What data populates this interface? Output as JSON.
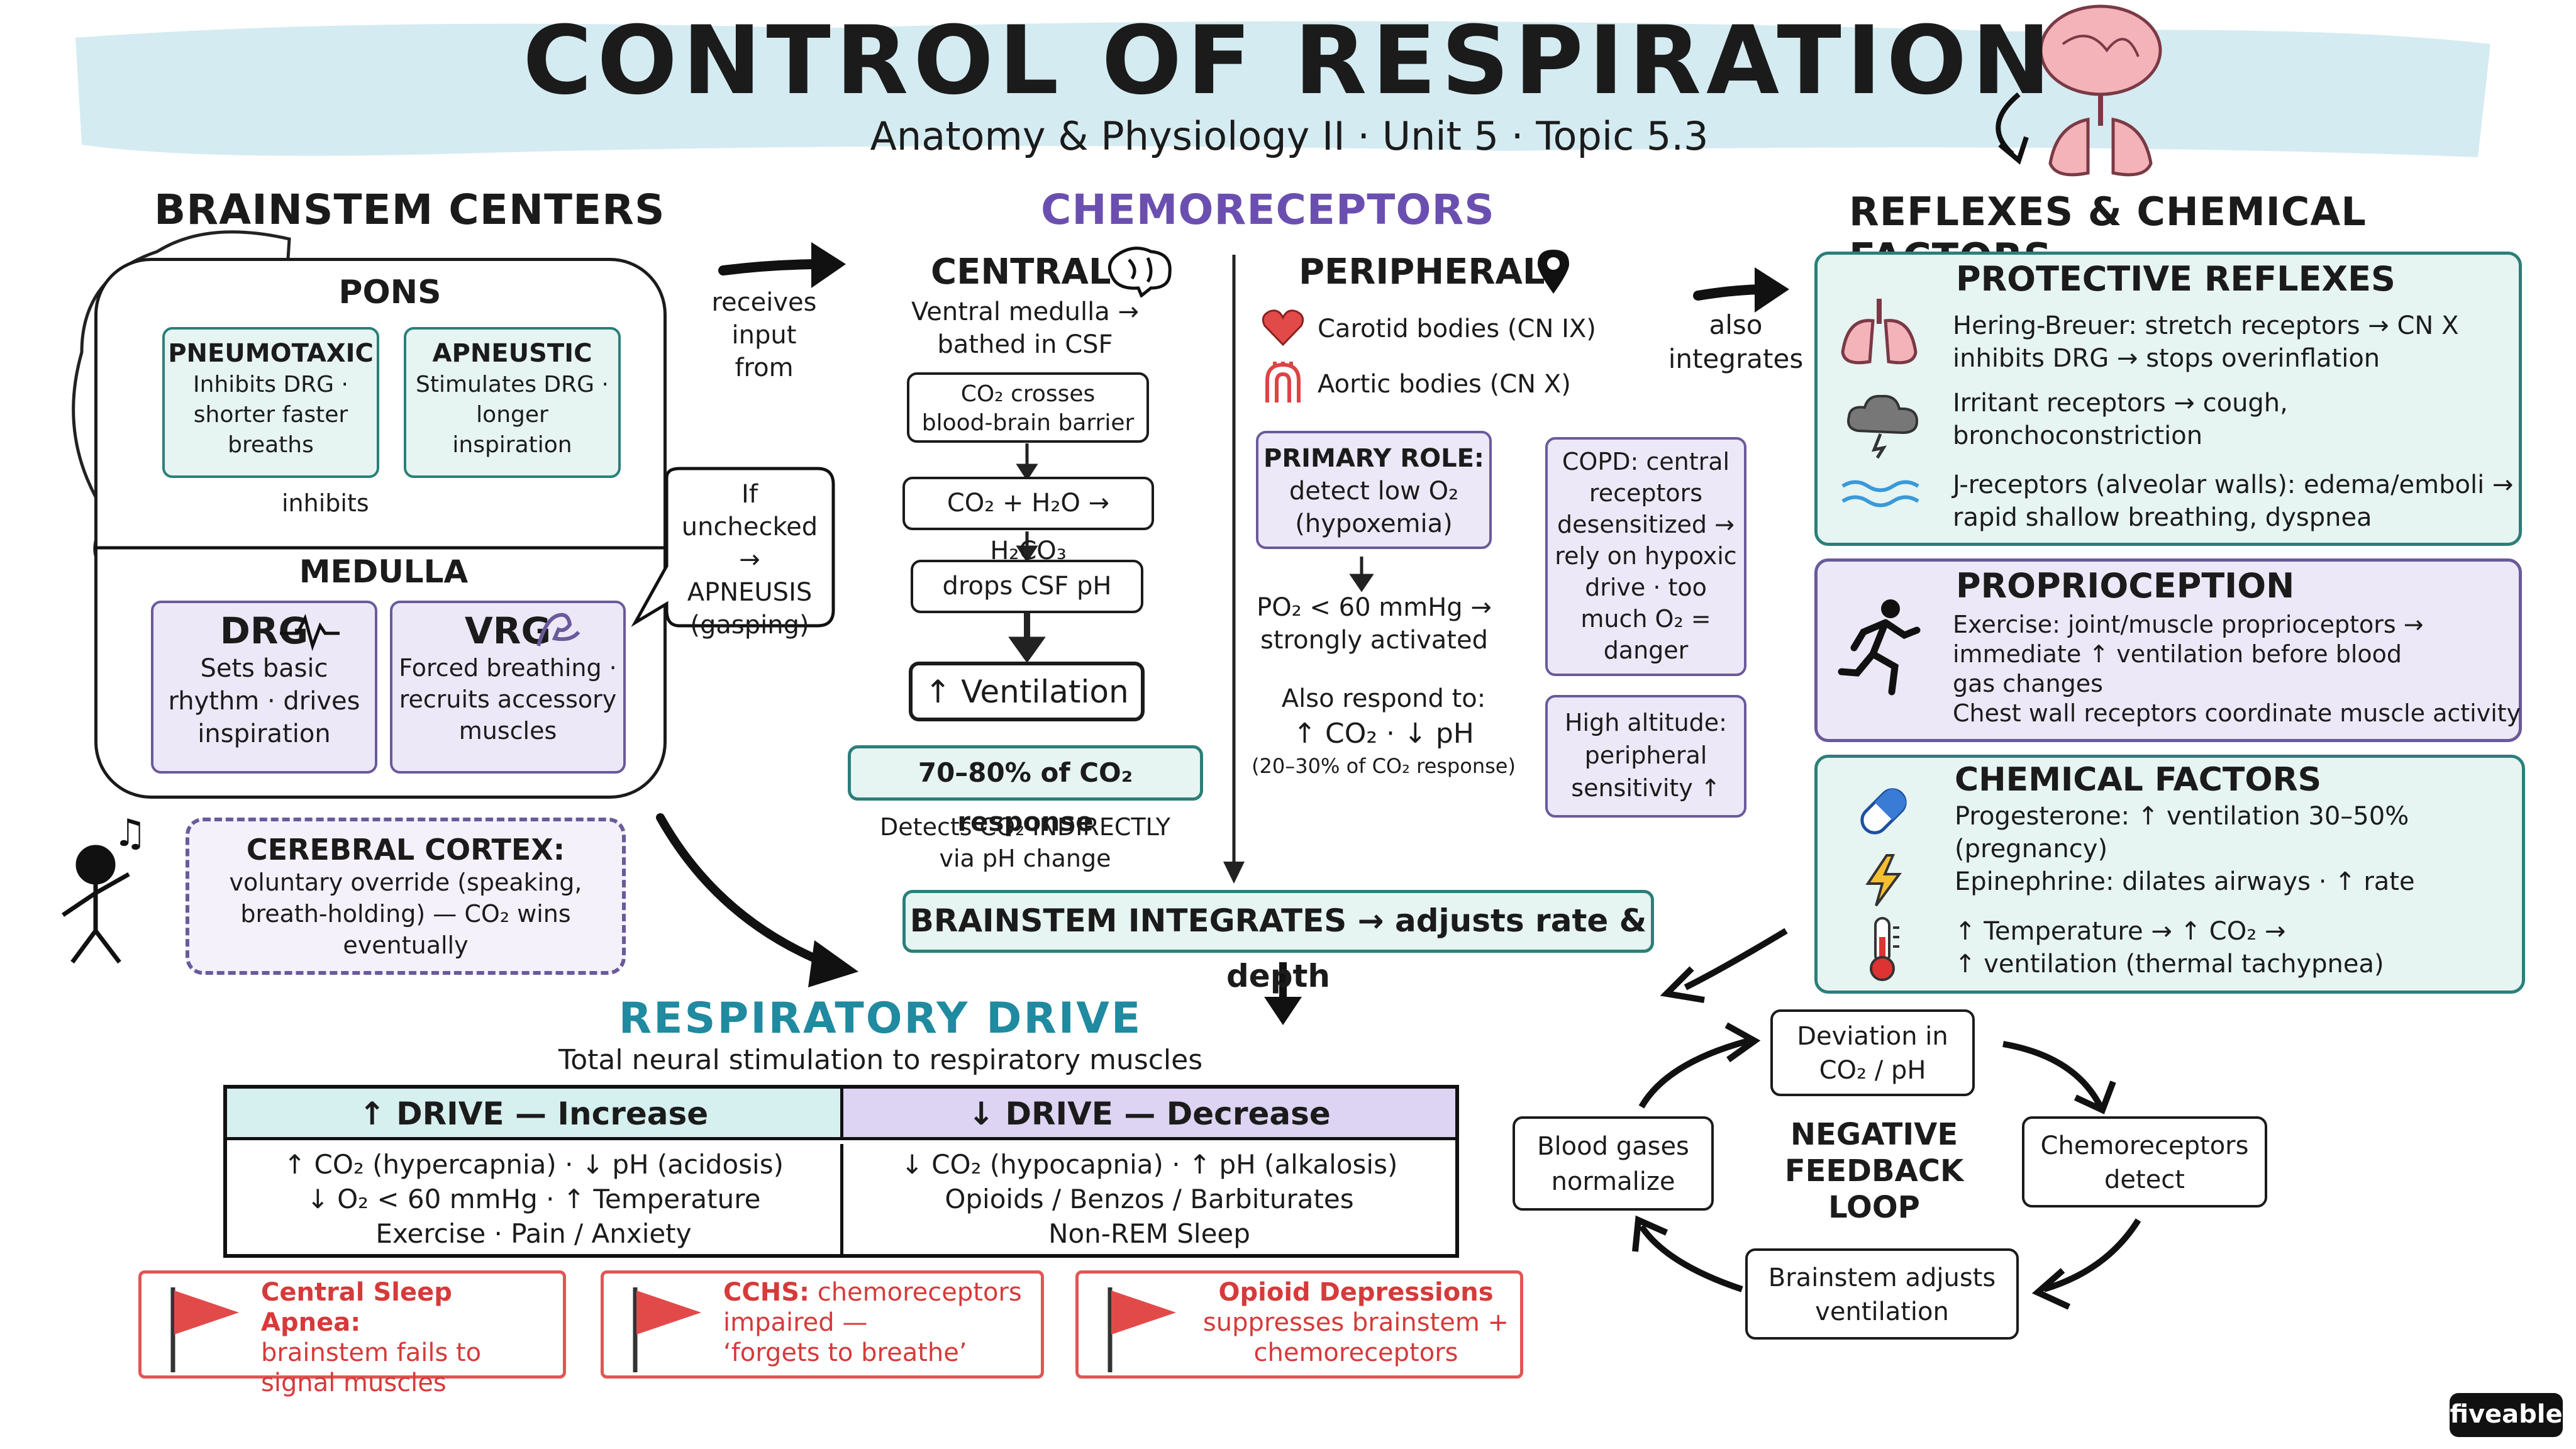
{
  "header": {
    "title": "CONTROL OF RESPIRATION",
    "subtitle": "Anatomy & Physiology II · Unit 5 · Topic 5.3"
  },
  "brainstem": {
    "title": "BRAINSTEM CENTERS",
    "pons": {
      "label": "PONS",
      "pneumotaxic": {
        "title": "PNEUMOTAXIC",
        "l1": "Inhibits DRG ·",
        "l2": "shorter faster",
        "l3": "breaths"
      },
      "apneustic": {
        "title": "APNEUSTIC",
        "l1": "Stimulates DRG ·",
        "l2": "longer",
        "l3": "inspiration"
      },
      "inhibits": "inhibits"
    },
    "medulla": {
      "label": "MEDULLA",
      "drg": {
        "title": "DRG",
        "l1": "Sets basic",
        "l2": "rhythm · drives",
        "l3": "inspiration"
      },
      "vrg": {
        "title": "VRG",
        "l1": "Forced breathing ·",
        "l2": "recruits accessory",
        "l3": "muscles"
      }
    },
    "bubble": {
      "l1": "If",
      "l2": "unchecked →",
      "l3": "APNEUSIS",
      "l4": "(gasping)"
    },
    "cortex": {
      "title": "CEREBRAL CORTEX:",
      "l1": "voluntary override (speaking,",
      "l2": "breath-holding) — CO₂ wins",
      "l3": "eventually"
    },
    "receives": {
      "l1": "receives",
      "l2": "input",
      "l3": "from"
    }
  },
  "chemo": {
    "title": "CHEMORECEPTORS",
    "central": {
      "title": "CENTRAL",
      "l1": "Ventral medulla →",
      "l2": "bathed in CSF",
      "step1a": "CO₂ crosses",
      "step1b": "blood-brain barrier",
      "step2": "CO₂ + H₂O → H₂CO₃",
      "step3": "drops CSF pH",
      "step4": "↑ Ventilation",
      "pct": "70–80% of CO₂ response",
      "d1": "Detects CO₂ INDIRECTLY",
      "d2": "via pH change"
    },
    "peripheral": {
      "title": "PERIPHERAL",
      "carotid": "Carotid bodies (CN IX)",
      "aortic": "Aortic bodies (CN X)",
      "role": {
        "l1": "PRIMARY ROLE:",
        "l2": "detect low O₂",
        "l3": "(hypoxemia)"
      },
      "po2a": "PO₂ < 60 mmHg →",
      "po2b": "strongly activated",
      "also1": "Also respond to:",
      "also2": "↑ CO₂ · ↓ pH",
      "also3": "(20–30% of CO₂ response)",
      "copd": {
        "l1": "COPD: central",
        "l2": "receptors",
        "l3": "desensitized →",
        "l4": "rely on hypoxic",
        "l5": "drive · too",
        "l6": "much O₂ =",
        "l7": "danger"
      },
      "altitude": {
        "l1": "High altitude:",
        "l2": "peripheral",
        "l3": "sensitivity ↑"
      }
    },
    "integrates": "BRAINSTEM INTEGRATES → adjusts rate & depth",
    "also_int": {
      "l1": "also",
      "l2": "integrates"
    }
  },
  "reflexes": {
    "title": "REFLEXES & CHEMICAL FACTORS",
    "protective": {
      "title": "PROTECTIVE REFLEXES",
      "hb1": "Hering-Breuer: stretch receptors → CN X",
      "hb2": "inhibits DRG → stops overinflation",
      "ir1": "Irritant receptors → cough,",
      "ir2": "bronchoconstriction",
      "j1": "J-receptors (alveolar walls): edema/emboli →",
      "j2": "rapid shallow breathing, dyspnea"
    },
    "proprio": {
      "title": "PROPRIOCEPTION",
      "l1": "Exercise: joint/muscle proprioceptors →",
      "l2": "immediate ↑ ventilation before blood",
      "l3": "gas changes",
      "l4": "Chest wall receptors coordinate muscle activity"
    },
    "chemical": {
      "title": "CHEMICAL FACTORS",
      "p1": "Progesterone: ↑ ventilation 30–50%",
      "p2": "(pregnancy)",
      "e1": "Epinephrine: dilates airways · ↑ rate",
      "t1": "↑ Temperature → ↑ CO₂ →",
      "t2": "↑ ventilation (thermal tachypnea)"
    }
  },
  "drive": {
    "title": "RESPIRATORY DRIVE",
    "subtitle": "Total neural stimulation to respiratory muscles",
    "inc": {
      "head": "↑ DRIVE — Increase",
      "r1": "↑ CO₂ (hypercapnia)  ·  ↓ pH (acidosis)",
      "r2": "↓ O₂ < 60 mmHg  ·  ↑ Temperature",
      "r3": "Exercise  ·  Pain / Anxiety"
    },
    "dec": {
      "head": "↓ DRIVE — Decrease",
      "r1": "↓ CO₂ (hypocapnia)  ·  ↑ pH (alkalosis)",
      "r2": "Opioids / Benzos / Barbiturates",
      "r3": "Non-REM Sleep"
    }
  },
  "flags": [
    {
      "title": "Central Sleep Apnea:",
      "l1": "brainstem fails to",
      "l2": "signal muscles"
    },
    {
      "title": "CCHS:",
      "rest": " chemoreceptors",
      "l1": "impaired —",
      "l2": "‘forgets to breathe’"
    },
    {
      "title": "Opioid Depressions",
      "l1": "suppresses brainstem +",
      "l2": "chemoreceptors"
    }
  ],
  "loop": {
    "center1": "NEGATIVE",
    "center2": "FEEDBACK",
    "center3": "LOOP",
    "dev1": "Deviation in",
    "dev2": "CO₂ / pH",
    "det1": "Chemoreceptors",
    "det2": "detect",
    "adj1": "Brainstem adjusts",
    "adj2": "ventilation",
    "norm1": "Blood gases",
    "norm2": "normalize"
  },
  "brand": "fiveable",
  "colors": {
    "teal": "#2b7f79",
    "purple": "#6a5a9a",
    "red_flag": "#e25555",
    "title_blue": "#1f8aa0",
    "chemo_purple": "#6b4fb0"
  },
  "icons": [
    "brain-lungs-icon",
    "brain-icon",
    "location-pin-icon",
    "heart-icon",
    "aortic-arch-icon",
    "pulse-icon",
    "flexed-arm-icon",
    "music-note-icon",
    "stick-figure-icon",
    "lungs-icon",
    "storm-cloud-icon",
    "waves-icon",
    "runner-icon",
    "pill-icon",
    "lightning-icon",
    "thermometer-icon",
    "red-flag-icon"
  ]
}
